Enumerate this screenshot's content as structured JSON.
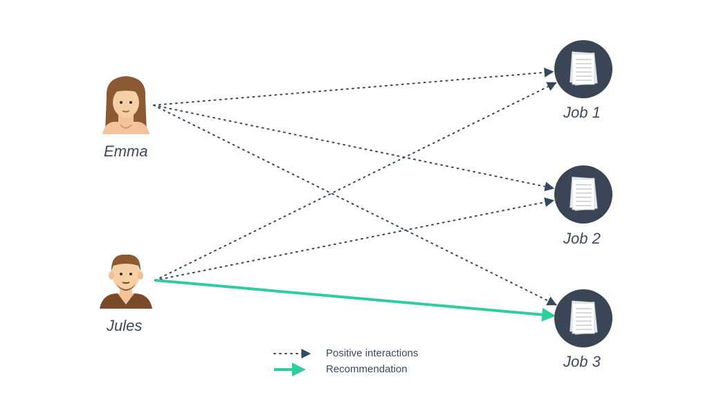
{
  "people": [
    {
      "id": "emma",
      "name": "Emma",
      "icon": "woman-avatar-icon"
    },
    {
      "id": "jules",
      "name": "Jules",
      "icon": "man-avatar-icon"
    }
  ],
  "jobs": [
    {
      "id": "job1",
      "name": "Job 1",
      "icon": "document-icon"
    },
    {
      "id": "job2",
      "name": "Job 2",
      "icon": "document-icon"
    },
    {
      "id": "job3",
      "name": "Job 3",
      "icon": "document-icon"
    }
  ],
  "edges": [
    {
      "from": "emma",
      "to": "job1",
      "type": "positive"
    },
    {
      "from": "emma",
      "to": "job2",
      "type": "positive"
    },
    {
      "from": "emma",
      "to": "job3",
      "type": "positive"
    },
    {
      "from": "jules",
      "to": "job1",
      "type": "positive"
    },
    {
      "from": "jules",
      "to": "job2",
      "type": "positive"
    },
    {
      "from": "jules",
      "to": "job3",
      "type": "recommendation"
    }
  ],
  "legend": {
    "positive": "Positive interactions",
    "recommendation": "Recommendation"
  },
  "colors": {
    "dotted": "#34495e",
    "recommendation": "#2ecc9f",
    "job_circle": "#3a4556",
    "label": "#3b4a5c"
  }
}
